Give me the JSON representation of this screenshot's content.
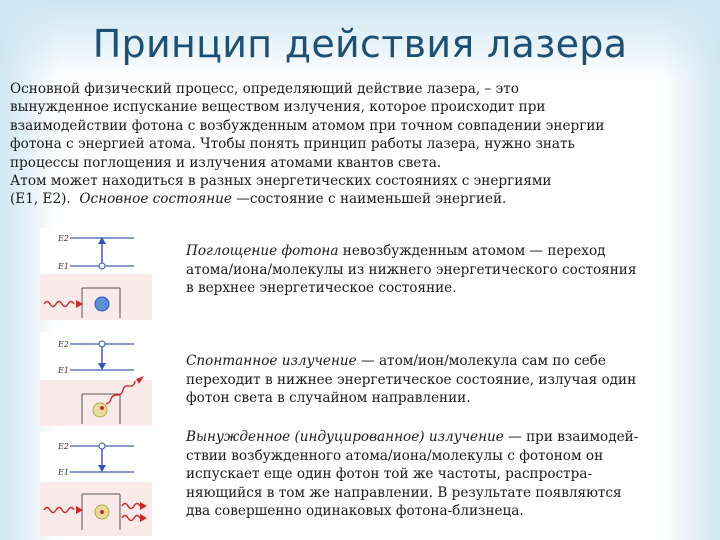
{
  "title": "Принцип действия лазера",
  "intro": {
    "line1": "Основной физический процесс, определяющий действие лазера, – это",
    "line2": "вынужденное испускание веществом излучения, которое происходит при",
    "line3": "взаимодействии фотона с возбужденным атомом при точном совпадении энергии",
    "line4": "фотона с энергией атома. Чтобы понять принцип работы лазера, нужно знать",
    "line5": "процессы поглощения и излучения атомами квантов света.",
    "line6": "Атом может находиться в разных энергетических состояниях с энергиями",
    "line7_prefix": "(E1, E2).",
    "line7_term": "Основное состояние",
    "line7_rest": "—состояние с наименьшей энергией."
  },
  "absorption": {
    "term": "Поглощение фотона",
    "line1_rest": " невозбужденным атомом — переход",
    "line2": "атома/иона/молекулы из нижнего энергетического состояния",
    "line3": "в верхнее энергетическое состояние.",
    "level_upper": "E2",
    "level_lower": "E1"
  },
  "spontaneous": {
    "term": "Спонтанное излучение",
    "line1_rest": " — атом/ион/молекула сам по себе",
    "line2": "переходит в нижнее энергетическое состояние, излучая один",
    "line3": "фотон света в случайном направлении.",
    "level_upper": "E2",
    "level_lower": "E1"
  },
  "stimulated": {
    "term": "Вынужденное (индуцированное) излучение",
    "line1_rest": " — при взаимодей-",
    "line2": "ствии возбужденного атома/иона/молекулы с фотоном он",
    "line3": "испускает еще один фотон той же частоты, распростра-",
    "line4": "няющийся в том же направлении. В результате появляются",
    "line5": "два совершенно одинаковых фотона-близнеца.",
    "level_upper": "E2",
    "level_lower": "E1"
  },
  "colors": {
    "title": "#1e4f74",
    "level_line": "#3a5fb0",
    "arrow_blue": "#2f54b8",
    "wave_red": "#cc2a2a",
    "atom_ground": "#5c8fd6",
    "atom_excited": "#e8dd9a",
    "panel_bg": "#fbeaea"
  },
  "icons": {
    "absorption": "absorption-diagram-icon",
    "spontaneous": "spontaneous-emission-diagram-icon",
    "stimulated": "stimulated-emission-diagram-icon"
  }
}
